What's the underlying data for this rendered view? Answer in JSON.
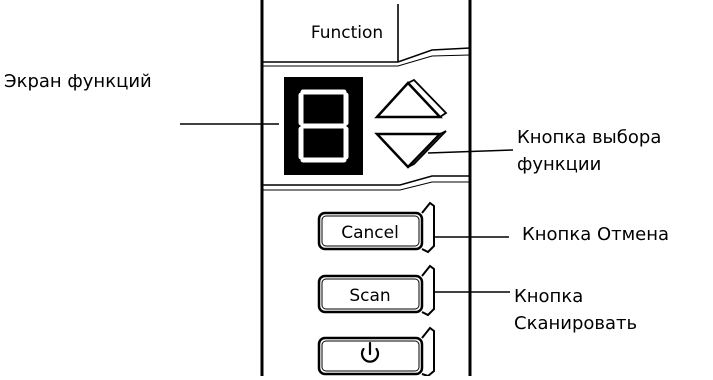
{
  "panel": {
    "function_label": "Function",
    "display_digit": "8",
    "cancel_label": "Cancel",
    "scan_label": "Scan",
    "power_symbol": "⏻"
  },
  "callouts": {
    "function_screen": "Экран функций",
    "function_select_line1": "Кнопка выбора",
    "function_select_line2": "функции",
    "cancel": "Кнопка Отмена",
    "scan_line1": "Кнопка",
    "scan_line2": "Сканировать"
  },
  "colors": {
    "outline": "#000000",
    "display_bg": "#000000",
    "segment": "#ffffff"
  }
}
